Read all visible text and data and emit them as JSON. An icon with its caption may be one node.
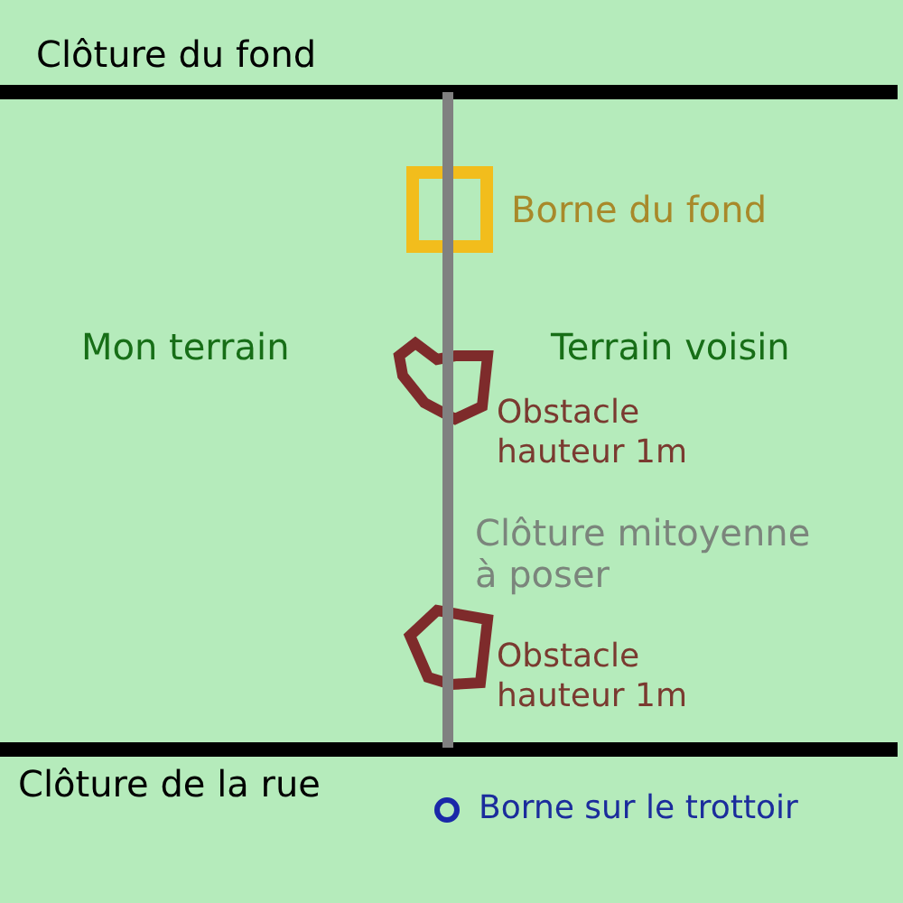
{
  "diagram": {
    "labels": [
      "Clôture du fond",
      "Borne du fond",
      "Mon terrain",
      "Terrain voisin",
      "Obstacle hauteur 1m",
      "Clôture mitoyenne à poser",
      "Obstacle hauteur 1m",
      "Clôture de la rue",
      "Borne sur le trottoir"
    ]
  }
}
